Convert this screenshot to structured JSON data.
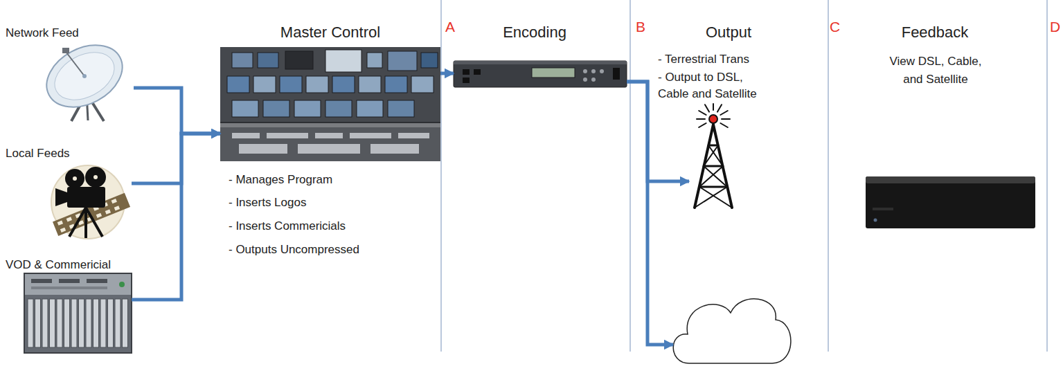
{
  "diagram": {
    "nodes": [
      {
        "text": [
          "Network Feed"
        ]
      },
      {
        "text": [
          "Local Feeds"
        ]
      },
      {
        "text": [
          "VOD & Commericial"
        ]
      },
      {
        "text": [
          "Master Control",
          "- Manages Program",
          "- Inserts Logos",
          "- Inserts Commericials",
          "- Outputs Uncompressed"
        ]
      },
      {
        "text": [
          "Encoding"
        ]
      },
      {
        "text": [
          "Output",
          "- Terrestrial Trans",
          "- Output to DSL, Cable and Satellite"
        ]
      },
      {
        "text": [
          "Feedback",
          "View DSL, Cable, and Satellite"
        ]
      }
    ],
    "edges": [
      {
        "from": 0,
        "to": 3,
        "arrow": "to"
      },
      {
        "from": 1,
        "to": 3,
        "arrow": "to"
      },
      {
        "from": 2,
        "to": 3,
        "arrow": "to"
      },
      {
        "from": 3,
        "to": 4,
        "arrow": "to"
      },
      {
        "from": 4,
        "to": 5,
        "arrow": "to"
      },
      {
        "from": 4,
        "to": 5,
        "arrow": "to"
      }
    ],
    "labels": [
      "A",
      "B",
      "C",
      "D"
    ]
  }
}
